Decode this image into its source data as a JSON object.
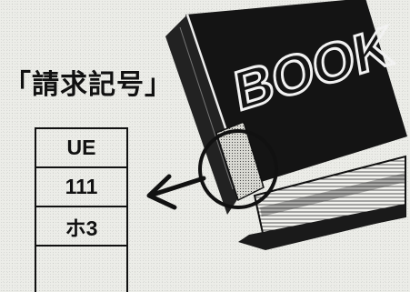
{
  "title": "「請求記号」",
  "call_number_rows": [
    "UE",
    "111",
    "ホ3",
    ""
  ],
  "book_cover_text": "BOOK"
}
